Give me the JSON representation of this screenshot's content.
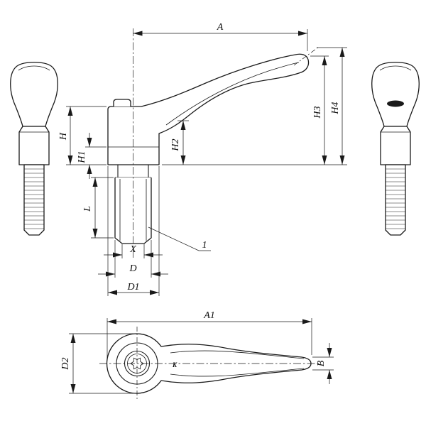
{
  "drawing": {
    "bg": "#ffffff",
    "ink": "#1a1a1a"
  },
  "dims": {
    "A": "A",
    "H": "H",
    "H1": "H1",
    "H2": "H2",
    "H3": "H3",
    "H4": "H4",
    "L": "L",
    "X": "X",
    "D": "D",
    "D1": "D1",
    "A1": "A1",
    "D2": "D2",
    "B": "B"
  },
  "callouts": {
    "item1": "1"
  },
  "brand_mark": "K"
}
